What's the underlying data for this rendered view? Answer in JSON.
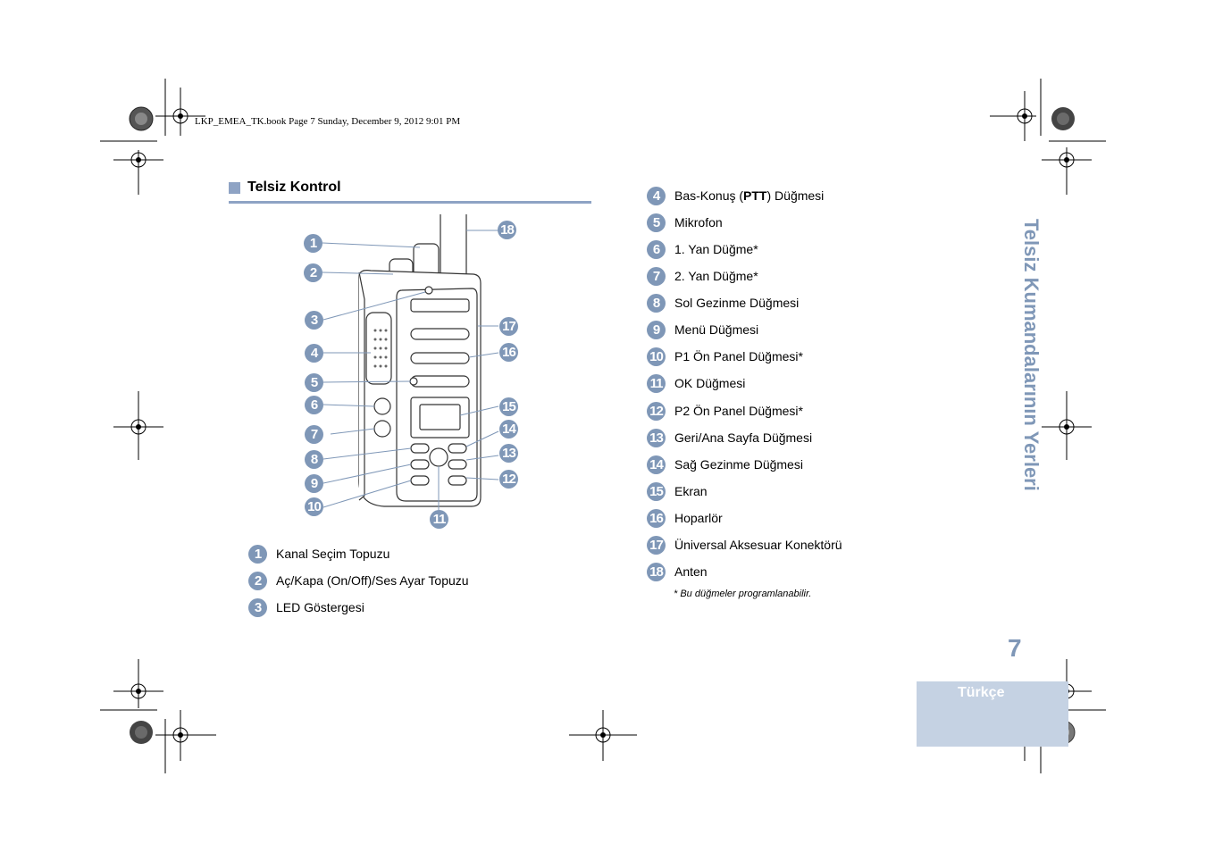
{
  "header": {
    "file_line": "LKP_EMEA_TK.book  Page 7  Sunday, December 9, 2012  9:01 PM"
  },
  "section": {
    "title": "Telsiz Kontrol"
  },
  "diagram": {
    "callouts": [
      "1",
      "2",
      "3",
      "4",
      "5",
      "6",
      "7",
      "8",
      "9",
      "10",
      "11",
      "12",
      "13",
      "14",
      "15",
      "16",
      "17",
      "18"
    ]
  },
  "left_list": [
    {
      "num": "1",
      "label": "Kanal Seçim Topuzu"
    },
    {
      "num": "2",
      "label": "Aç/Kapa (On/Off)/Ses Ayar Topuzu"
    },
    {
      "num": "3",
      "label": "LED Göstergesi"
    }
  ],
  "right_list": [
    {
      "num": "4",
      "label_pre": "Bas-Konuş (",
      "label_bold": "PTT",
      "label_post": ") Düğmesi"
    },
    {
      "num": "5",
      "label": "Mikrofon"
    },
    {
      "num": "6",
      "label": "1. Yan Düğme*"
    },
    {
      "num": "7",
      "label": "2. Yan Düğme*"
    },
    {
      "num": "8",
      "label": "Sol Gezinme Düğmesi"
    },
    {
      "num": "9",
      "label": "Menü Düğmesi"
    },
    {
      "num": "10",
      "label": "P1 Ön Panel Düğmesi*"
    },
    {
      "num": "11",
      "label": "OK Düğmesi"
    },
    {
      "num": "12",
      "label": "P2 Ön Panel Düğmesi*"
    },
    {
      "num": "13",
      "label": "Geri/Ana Sayfa Düğmesi"
    },
    {
      "num": "14",
      "label": "Sağ Gezinme Düğmesi"
    },
    {
      "num": "15",
      "label": "Ekran"
    },
    {
      "num": "16",
      "label": "Hoparlör"
    },
    {
      "num": "17",
      "label": "Üniversal Aksesuar Konektörü"
    },
    {
      "num": "18",
      "label": "Anten"
    }
  ],
  "note": "* Bu düğmeler programlanabilir.",
  "side_title": "Telsiz Kumandalarının Yerleri",
  "page_number": "7",
  "language_tab": "Türkçe",
  "colors": {
    "accent": "#7f97b7",
    "tab_bg": "#c5d2e3",
    "rule": "#8ea3c4"
  }
}
